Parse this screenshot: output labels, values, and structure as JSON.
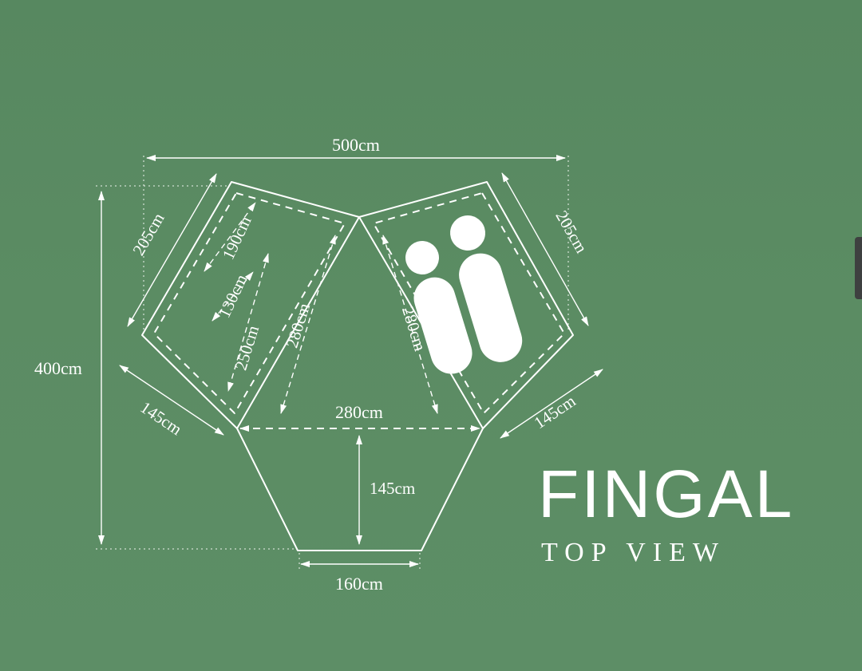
{
  "branding": {
    "title": "FINGAL",
    "subtitle": "TOP VIEW"
  },
  "labels": {
    "width_total": "500cm",
    "height_total": "400cm",
    "edge_top_left": "205cm",
    "edge_top_right": "205cm",
    "edge_bottom_left": "145cm",
    "edge_bottom_right": "145cm",
    "center_width": "280cm",
    "porch_depth": "145cm",
    "porch_front": "160cm",
    "inner_head_width": "190cm",
    "inner_foot_width": "130cm",
    "inner_length": "250cm",
    "bedroom_left_length": "280cm",
    "bedroom_right_length": "280cm"
  },
  "colors": {
    "background": "#5b8c63",
    "line": "#ffffff",
    "scrollbar": "#3e4040"
  },
  "diagram": {
    "type": "tent-top-view-dimension-drawing",
    "sleeping_bag_count": 2
  }
}
